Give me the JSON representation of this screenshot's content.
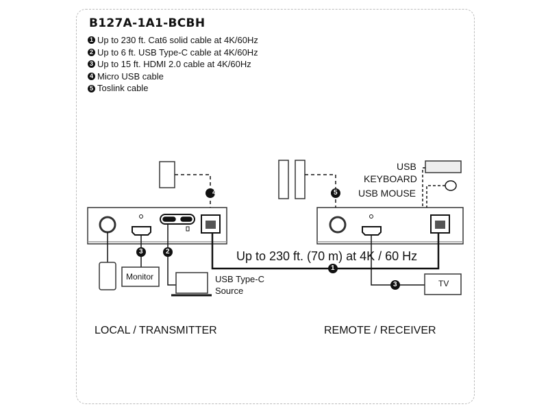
{
  "title": "B127A-1A1-BCBH",
  "legend": [
    {
      "n": "1",
      "text": "Up to 230 ft. Cat6 solid cable at 4K/60Hz"
    },
    {
      "n": "2",
      "text": "Up to 6 ft. USB Type-C cable at 4K/60Hz"
    },
    {
      "n": "3",
      "text": "Up to 15 ft. HDMI 2.0 cable at 4K/60Hz"
    },
    {
      "n": "4",
      "text": "Micro USB cable"
    },
    {
      "n": "5",
      "text": "Toslink cable"
    }
  ],
  "labels": {
    "monitor": "Monitor",
    "usb_c_source_1": "USB Type-C",
    "usb_c_source_2": "Source",
    "tv": "TV",
    "usb": "USB",
    "keyboard": "KEYBOARD",
    "usb_mouse": "USB MOUSE",
    "distance": "Up to 230 ft. (70 m) at 4K / 60 Hz",
    "local": "LOCAL / TRANSMITTER",
    "remote": "REMOTE / RECEIVER"
  },
  "badges": {
    "cat6": "1",
    "usbc": "2",
    "hdmi_local": "3",
    "hdmi_remote": "3",
    "micro_usb": "4",
    "toslink": "5"
  }
}
